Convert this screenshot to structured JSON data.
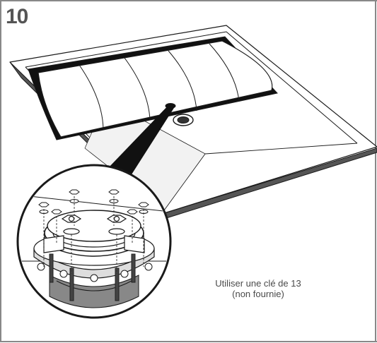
{
  "step": {
    "number": "10"
  },
  "caption": {
    "line1": "Utiliser une clé de 13",
    "line2": "(non fournie)"
  },
  "colors": {
    "frame": "#7a7a7a",
    "ink": "#1a1a1a",
    "step_text": "#555555",
    "caption_text": "#4a4a4a",
    "panel_fill": "#f2f2f2",
    "dark_fill": "#222222"
  }
}
